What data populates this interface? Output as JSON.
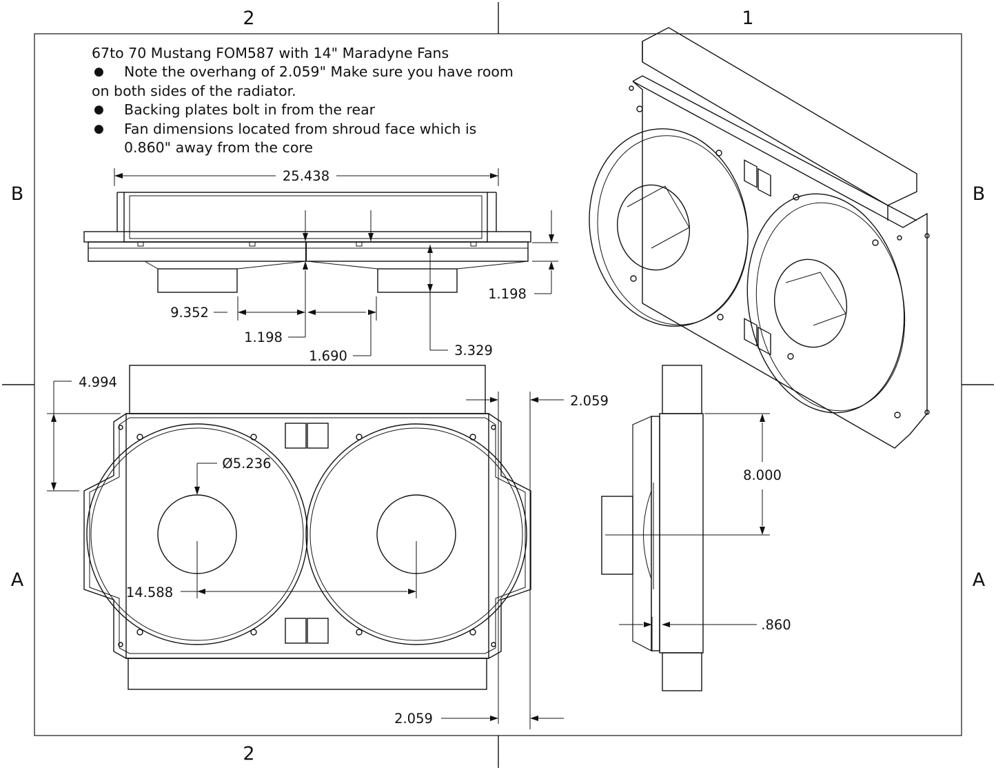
{
  "zones": {
    "top": [
      "2",
      "1"
    ],
    "bottom": [
      "2"
    ],
    "left": [
      "B",
      "A"
    ],
    "right": [
      "B",
      "A"
    ]
  },
  "notes": {
    "title": "67to 70 Mustang FOM587 with 14\" Maradyne Fans",
    "bullet1_a": "Note the overhang of 2.059\" Make sure you have room",
    "bullet1_b": "on both sides of the radiator.",
    "bullet2": "Backing plates bolt in from the rear",
    "bullet3_a": "Fan dimensions located from shroud face which is",
    "bullet3_b": "0.860\" away from the core",
    "bullet_symbol": "●"
  },
  "dimensions": {
    "overall_width": "25.438",
    "fan_offset": "9.352",
    "center_gap": "1.198",
    "depth_right": "1.198",
    "fan_spacing_small": "1.690",
    "fan_depth": "3.329",
    "top_to_bracket": "4.994",
    "overhang_top": "2.059",
    "motor_diameter": "Ø5.236",
    "fan_center_distance": "14.588",
    "side_height": "8.000",
    "shroud_gap": ".860",
    "overhang_bottom": "2.059"
  },
  "colors": {
    "line": "#111111",
    "background": "#ffffff"
  }
}
